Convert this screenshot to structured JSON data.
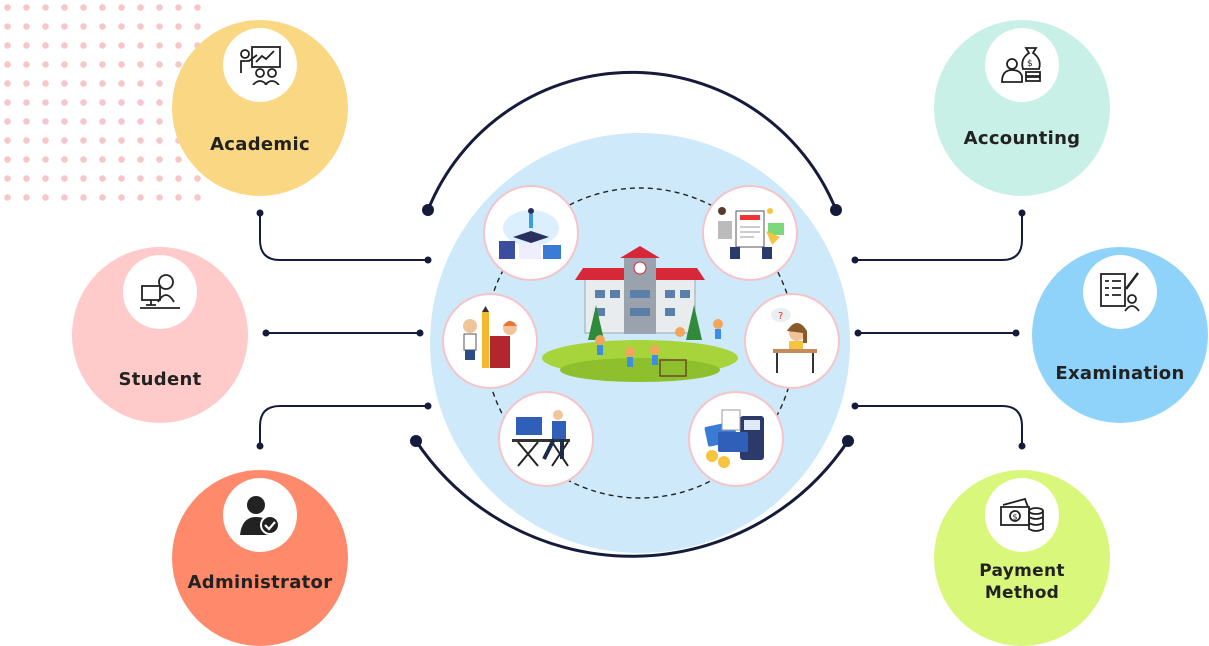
{
  "modules": {
    "academic": {
      "label": "Academic",
      "icon": "teacher-presentation-icon",
      "color": "#fad783"
    },
    "student": {
      "label": "Student",
      "icon": "student-computer-icon",
      "color": "#ffcaca"
    },
    "administrator": {
      "label": "Administrator",
      "icon": "admin-user-check-icon",
      "color": "#ff8a6b"
    },
    "accounting": {
      "label": "Accounting",
      "icon": "money-bag-accountant-icon",
      "color": "#c9f0e6"
    },
    "examination": {
      "label": "Examination",
      "icon": "exam-sheet-icon",
      "color": "#8fd3fa"
    },
    "payment": {
      "label": "Payment Method",
      "icon": "cash-coins-icon",
      "color": "#d9f77a"
    }
  },
  "center": {
    "illustration": "school-building-playground",
    "color": "#cde9fa"
  }
}
